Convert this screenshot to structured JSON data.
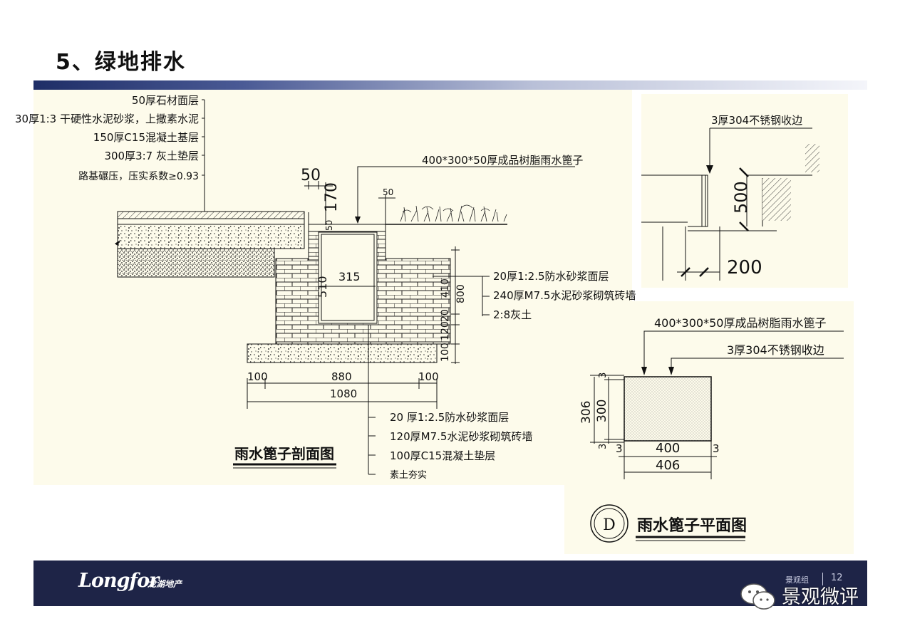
{
  "slide": {
    "title": "5、绿地排水"
  },
  "section": {
    "layers_left": [
      "50厚石材面层",
      "30厚1:3 干硬性水泥砂浆，上撒素水泥",
      "150厚C15混凝土基层",
      "300厚3:7 灰土垫层",
      "路基碾压，压实系数≥0.93"
    ],
    "grate_label": "400*300*50厚成品树脂雨水篦子",
    "dim_50_left": "50",
    "dim_170": "170",
    "dim_50_top": "50",
    "dim_50_right": "50",
    "dim_315": "315",
    "dim_510": "510",
    "right_dims": [
      "410",
      "800",
      "20",
      "120",
      "100"
    ],
    "right_layers": [
      "20厚1:2.5防水砂浆面层",
      "240厚M7.5水泥砂浆砌筑砖墙",
      "2:8灰土"
    ],
    "bottom_dims": [
      "100",
      "880",
      "100"
    ],
    "bottom_total": "1080",
    "bottom_layers": [
      "20 厚1:2.5防水砂浆面层",
      "120厚M7.5水泥砂浆砌筑砖墙",
      "100厚C15混凝土垫层",
      "素土夯实"
    ],
    "caption": "雨水篦子剖面图"
  },
  "detail": {
    "label": "3厚304不锈钢收边",
    "dim_500": "500",
    "dim_200": "200"
  },
  "plan": {
    "label_grate": "400*300*50厚成品树脂雨水篦子",
    "label_edge": "3厚304不锈钢收边",
    "dim_306": "306",
    "dim_300": "300",
    "dim_3_top": "3",
    "dim_3_bottom": "3",
    "dim_3_left": "3",
    "dim_400": "400",
    "dim_3_right": "3",
    "dim_406": "406",
    "marker": "D",
    "caption": "雨水篦子平面图"
  },
  "footer": {
    "logo": "Longfor",
    "logo_cn": "龙湖地产",
    "group": "景观组",
    "page": "12",
    "wechat": "景观微评"
  },
  "colors": {
    "title_bar": "#1e2d66",
    "footer": "#1e2447",
    "paper": "#fdfbeb"
  }
}
